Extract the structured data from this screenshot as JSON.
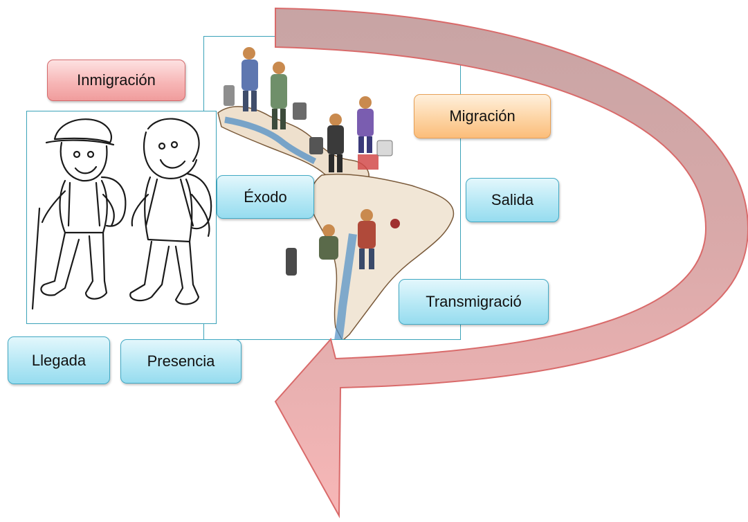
{
  "concepts": {
    "inmigracion": "Inmigración",
    "migracion": "Migración",
    "exodo": "Éxodo",
    "salida": "Salida",
    "transmigracion": "Transmigració",
    "llegada": "Llegada",
    "presencia": "Presencia"
  },
  "colors": {
    "blue_box": "#b6e8f5",
    "red_box": "#f7b7b7",
    "orange_box": "#fdd4a4",
    "arrow_top": "#c7a4a4",
    "arrow_bottom": "#f7b7b7",
    "frame_border": "#3aa2b8"
  },
  "illustrations": {
    "map": "migrants-on-americas-map-illustration",
    "kids": "two-hikers-line-drawing"
  }
}
